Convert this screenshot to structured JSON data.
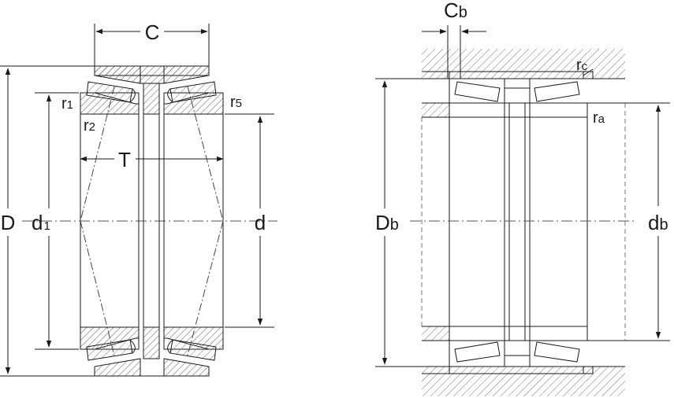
{
  "left_view": {
    "labels": {
      "C": "C",
      "T": "T",
      "D": "D",
      "d1_main": "d",
      "d1_sub": "1",
      "d": "d",
      "r1_main": "r",
      "r1_sub": "1",
      "r2_main": "r",
      "r2_sub": "2",
      "r5_main": "r",
      "r5_sub": "5"
    }
  },
  "right_view": {
    "labels": {
      "Cb_main": "C",
      "Cb_sub": "b",
      "Db_main": "D",
      "Db_sub": "b",
      "db_main": "d",
      "db_sub": "b",
      "rc_main": "r",
      "rc_sub": "c",
      "ra_main": "r",
      "ra_sub": "a"
    }
  },
  "colors": {
    "line": "#1a1a1a",
    "hatch": "#555555",
    "background": "#ffffff"
  }
}
